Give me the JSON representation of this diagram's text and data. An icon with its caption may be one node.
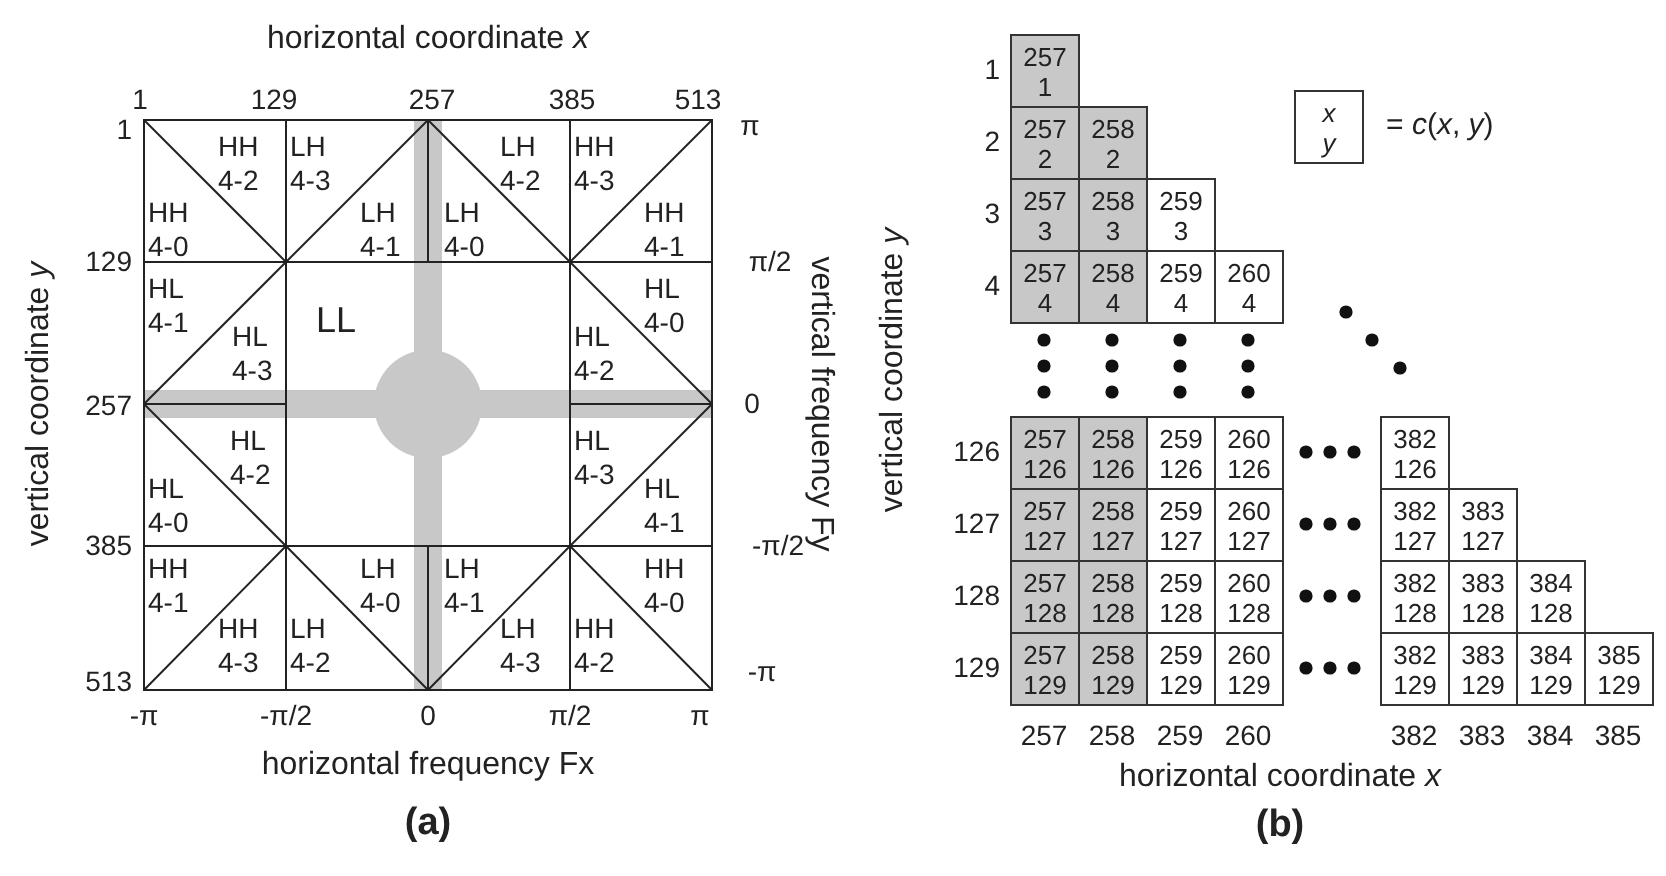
{
  "diagram": {
    "nodes": [
      {
        "text": [
          "257",
          "1"
        ]
      },
      {
        "text": [
          "257",
          "2"
        ]
      },
      {
        "text": [
          "258",
          "2"
        ]
      },
      {
        "text": [
          "257",
          "3"
        ]
      },
      {
        "text": [
          "258",
          "3"
        ]
      },
      {
        "text": [
          "259",
          "3"
        ]
      },
      {
        "text": [
          "257",
          "4"
        ]
      },
      {
        "text": [
          "258",
          "4"
        ]
      },
      {
        "text": [
          "259",
          "4"
        ]
      },
      {
        "text": [
          "260",
          "4"
        ]
      },
      {
        "text": [
          "257",
          "126"
        ]
      },
      {
        "text": [
          "258",
          "126"
        ]
      },
      {
        "text": [
          "259",
          "126"
        ]
      },
      {
        "text": [
          "260",
          "126"
        ]
      },
      {
        "text": [
          "382",
          "126"
        ]
      },
      {
        "text": [
          "257",
          "127"
        ]
      },
      {
        "text": [
          "258",
          "127"
        ]
      },
      {
        "text": [
          "259",
          "127"
        ]
      },
      {
        "text": [
          "260",
          "127"
        ]
      },
      {
        "text": [
          "382",
          "127"
        ]
      },
      {
        "text": [
          "383",
          "127"
        ]
      },
      {
        "text": [
          "257",
          "128"
        ]
      },
      {
        "text": [
          "258",
          "128"
        ]
      },
      {
        "text": [
          "259",
          "128"
        ]
      },
      {
        "text": [
          "260",
          "128"
        ]
      },
      {
        "text": [
          "382",
          "128"
        ]
      },
      {
        "text": [
          "383",
          "128"
        ]
      },
      {
        "text": [
          "384",
          "128"
        ]
      },
      {
        "text": [
          "257",
          "129"
        ]
      },
      {
        "text": [
          "258",
          "129"
        ]
      },
      {
        "text": [
          "259",
          "129"
        ]
      },
      {
        "text": [
          "260",
          "129"
        ]
      },
      {
        "text": [
          "382",
          "129"
        ]
      },
      {
        "text": [
          "383",
          "129"
        ]
      },
      {
        "text": [
          "384",
          "129"
        ]
      },
      {
        "text": [
          "385",
          "129"
        ]
      },
      {
        "text": [
          "x",
          "y"
        ],
        "beside": [
          "= *c*(*x*, *y*)"
        ]
      }
    ],
    "edges": [],
    "labels": [
      "horizontal coordinate *x*",
      "1",
      "129",
      "257",
      "385",
      "513",
      "π",
      "π/2",
      "0",
      "-π/2",
      "-π",
      "1",
      "129",
      "257",
      "385",
      "513",
      "-π",
      "-π/2",
      "0",
      "π/2",
      "π",
      "vertical coordinate *y*",
      "vertical frequency Fy",
      "horizontal frequency Fx",
      "(a)",
      "HH 4-0",
      "HH 4-2",
      "LH 4-3",
      "LH 4-1",
      "LH 4-0",
      "LH 4-2",
      "HH 4-3",
      "HH 4-1",
      "HL 4-1",
      "LL",
      "HL 4-3",
      "HL 4-2",
      "HL 4-0",
      "HL 4-2",
      "HL 4-0",
      "HL 4-3",
      "HL 4-1",
      "HH 4-1",
      "HH 4-3",
      "LH 4-2",
      "LH 4-0",
      "LH 4-1",
      "LH 4-3",
      "HH 4-2",
      "HH 4-0",
      "1",
      "2",
      "3",
      "4",
      "126",
      "127",
      "128",
      "129",
      "257",
      "258",
      "259",
      "260",
      "382",
      "383",
      "384",
      "385",
      "horizontal coordinate *x*",
      "vertical coordinate *y*",
      "(b)"
    ]
  }
}
